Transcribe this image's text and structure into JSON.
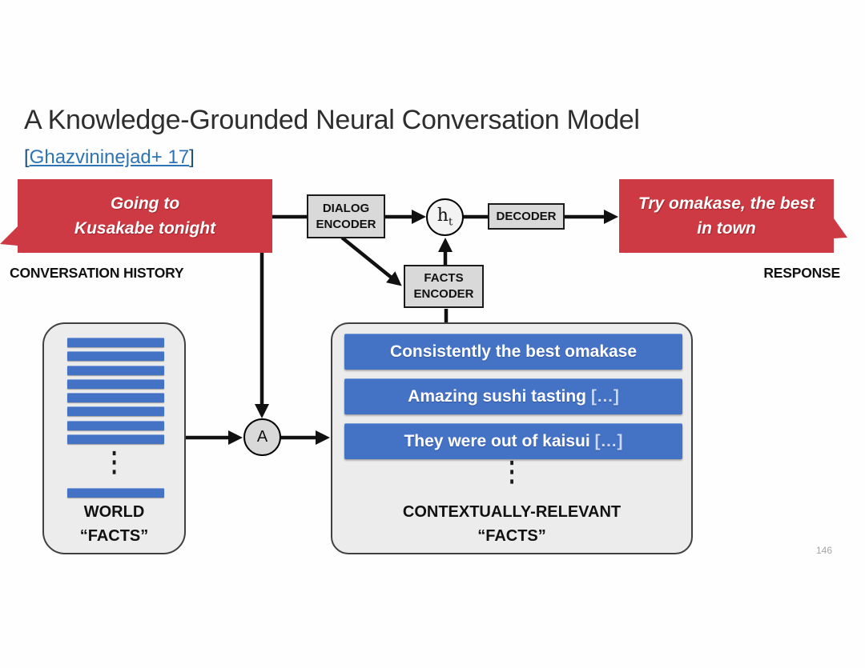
{
  "slide": {
    "title": "A Knowledge-Grounded Neural Conversation Model",
    "citation": {
      "bracket_open": "[",
      "link_text": "Ghazvininejad+ 17",
      "bracket_close": "]"
    },
    "page_number": "146"
  },
  "banners": {
    "conversation": {
      "line1": "Going to",
      "line2": "Kusakabe tonight",
      "caption": "CONVERSATION HISTORY"
    },
    "response": {
      "line1": "Try omakase, the best",
      "line2": "in town",
      "caption": "RESPONSE"
    }
  },
  "nodes": {
    "dialog_encoder": {
      "line1": "DIALOG",
      "line2": "ENCODER"
    },
    "facts_encoder": {
      "line1": "FACTS",
      "line2": "ENCODER"
    },
    "decoder": {
      "label": "DECODER"
    },
    "hidden_state": {
      "base": "h",
      "subscript": "t"
    },
    "attention": {
      "label": "A"
    }
  },
  "world_facts": {
    "bar_count": 8,
    "ellipsis": "⋮",
    "caption_line1": "WORLD",
    "caption_line2": "“FACTS”"
  },
  "relevant_facts": {
    "items": [
      {
        "text": "Consistently the best omakase",
        "suffix": ""
      },
      {
        "text": "Amazing sushi tasting",
        "suffix": " […]"
      },
      {
        "text": "They were out of kaisui",
        "suffix": " […]"
      }
    ],
    "ellipsis": "⋮",
    "caption_line1": "CONTEXTUALLY-RELEVANT",
    "caption_line2": "“FACTS”"
  },
  "colors": {
    "banner_red": "#CD3A44",
    "fact_blue": "#4472C4",
    "node_gray": "#D9D9D9",
    "container_gray": "#ECECEC",
    "link_blue": "#2E74B5",
    "connector_black": "#111111"
  }
}
